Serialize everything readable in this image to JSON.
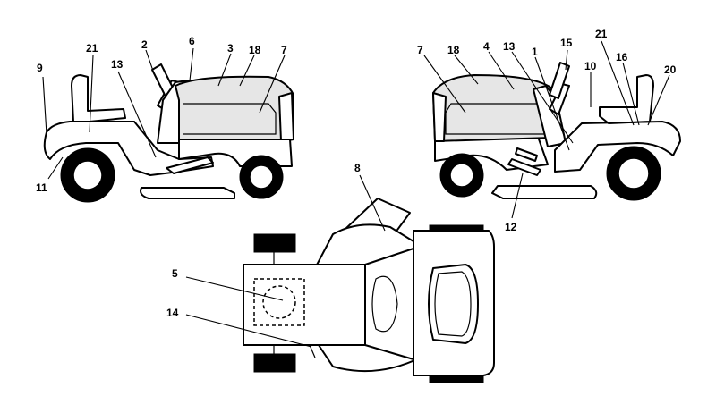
{
  "callouts": {
    "left_view": [
      "9",
      "21",
      "13",
      "2",
      "6",
      "3",
      "18",
      "7",
      "11"
    ],
    "right_view": [
      "7",
      "18",
      "4",
      "13",
      "1",
      "15",
      "21",
      "10",
      "16",
      "20",
      "12"
    ],
    "top_view": [
      "8",
      "5",
      "14"
    ]
  },
  "colors": {
    "ink": "#000000",
    "paper": "#ffffff",
    "panel": "#e6e6e6"
  }
}
